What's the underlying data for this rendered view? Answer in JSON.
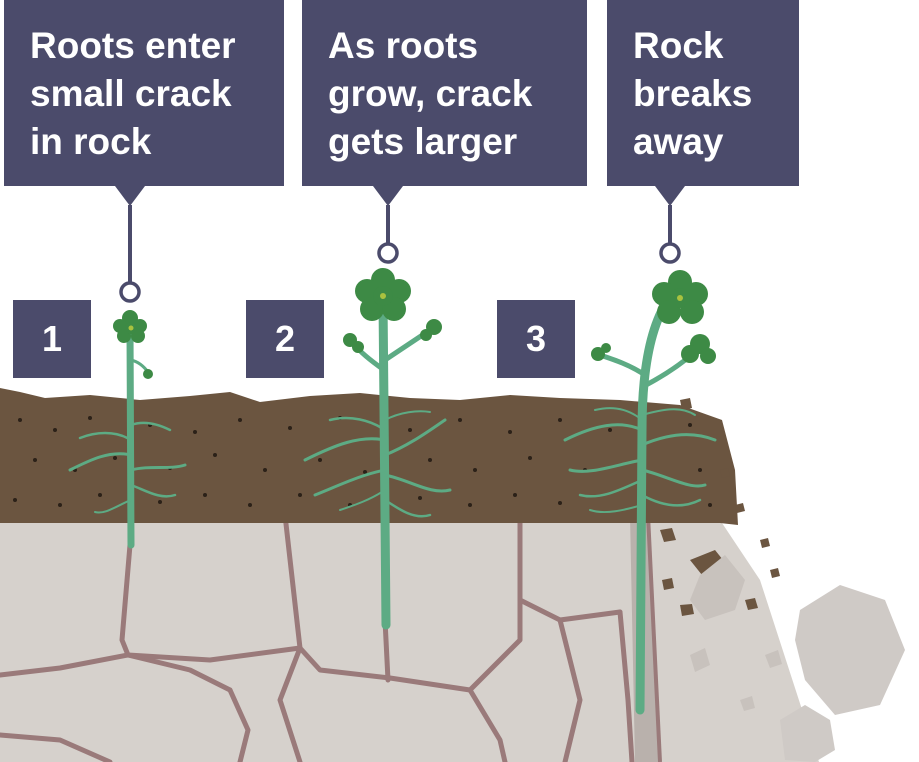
{
  "colors": {
    "callout_bg": "#4b4b6b",
    "callout_text": "#ffffff",
    "soil": "#6b5540",
    "rock": "#d6d1cc",
    "crack": "#9a7a7a",
    "plant": "#5dab84",
    "flower": "#3d8a45"
  },
  "steps": [
    {
      "number": "1",
      "label_lines": [
        "Roots enter",
        "small crack",
        "in rock"
      ]
    },
    {
      "number": "2",
      "label_lines": [
        "As roots",
        "grow, crack",
        "gets larger"
      ]
    },
    {
      "number": "3",
      "label_lines": [
        "Rock",
        "breaks",
        "away"
      ]
    }
  ]
}
